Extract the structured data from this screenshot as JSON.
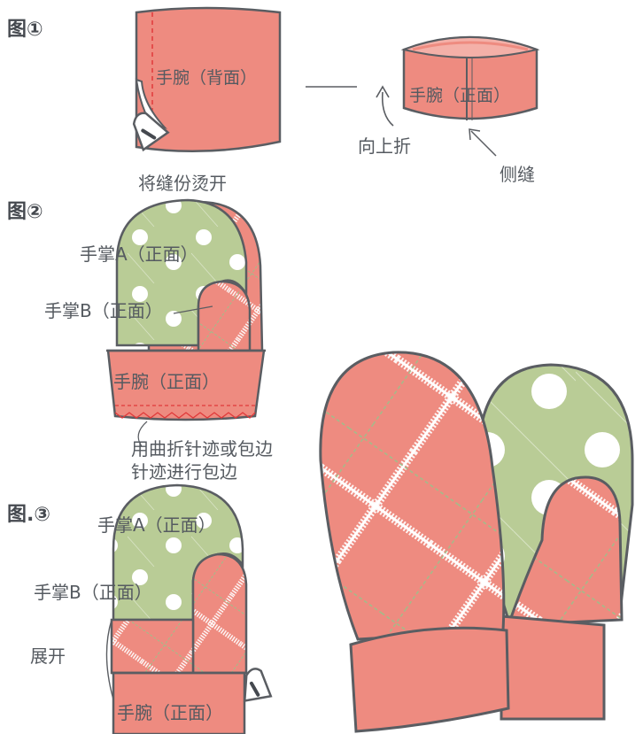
{
  "figure1": {
    "label": "图①",
    "cuff_back_label": "手腕（背面）",
    "press_seam_label": "将缝份烫开",
    "cuff_front_label": "手腕（正面）",
    "fold_up_label": "向上折",
    "side_seam_label": "侧缝"
  },
  "figure2": {
    "label": "图②",
    "palm_a_label": "手掌A（正面）",
    "palm_b_label": "手掌B（正面）",
    "cuff_label": "手腕（正面）",
    "zigzag_note_line1": "用曲折针迹或包边",
    "zigzag_note_line2": "针迹进行包边"
  },
  "figure3": {
    "label": "图.③",
    "palm_a_label": "手掌A（正面）",
    "palm_b_label": "手掌B（正面）",
    "unfold_label": "展开",
    "cuff_label": "手腕（正面）"
  },
  "colors": {
    "coral": "#ee8b80",
    "sage": "#b9cc96",
    "outline": "#5a5d62",
    "text": "#555a60",
    "seam_red": "#e03a3a"
  },
  "icons": [
    "iron-icon",
    "arrow-icon",
    "curved-arrow-icon"
  ]
}
